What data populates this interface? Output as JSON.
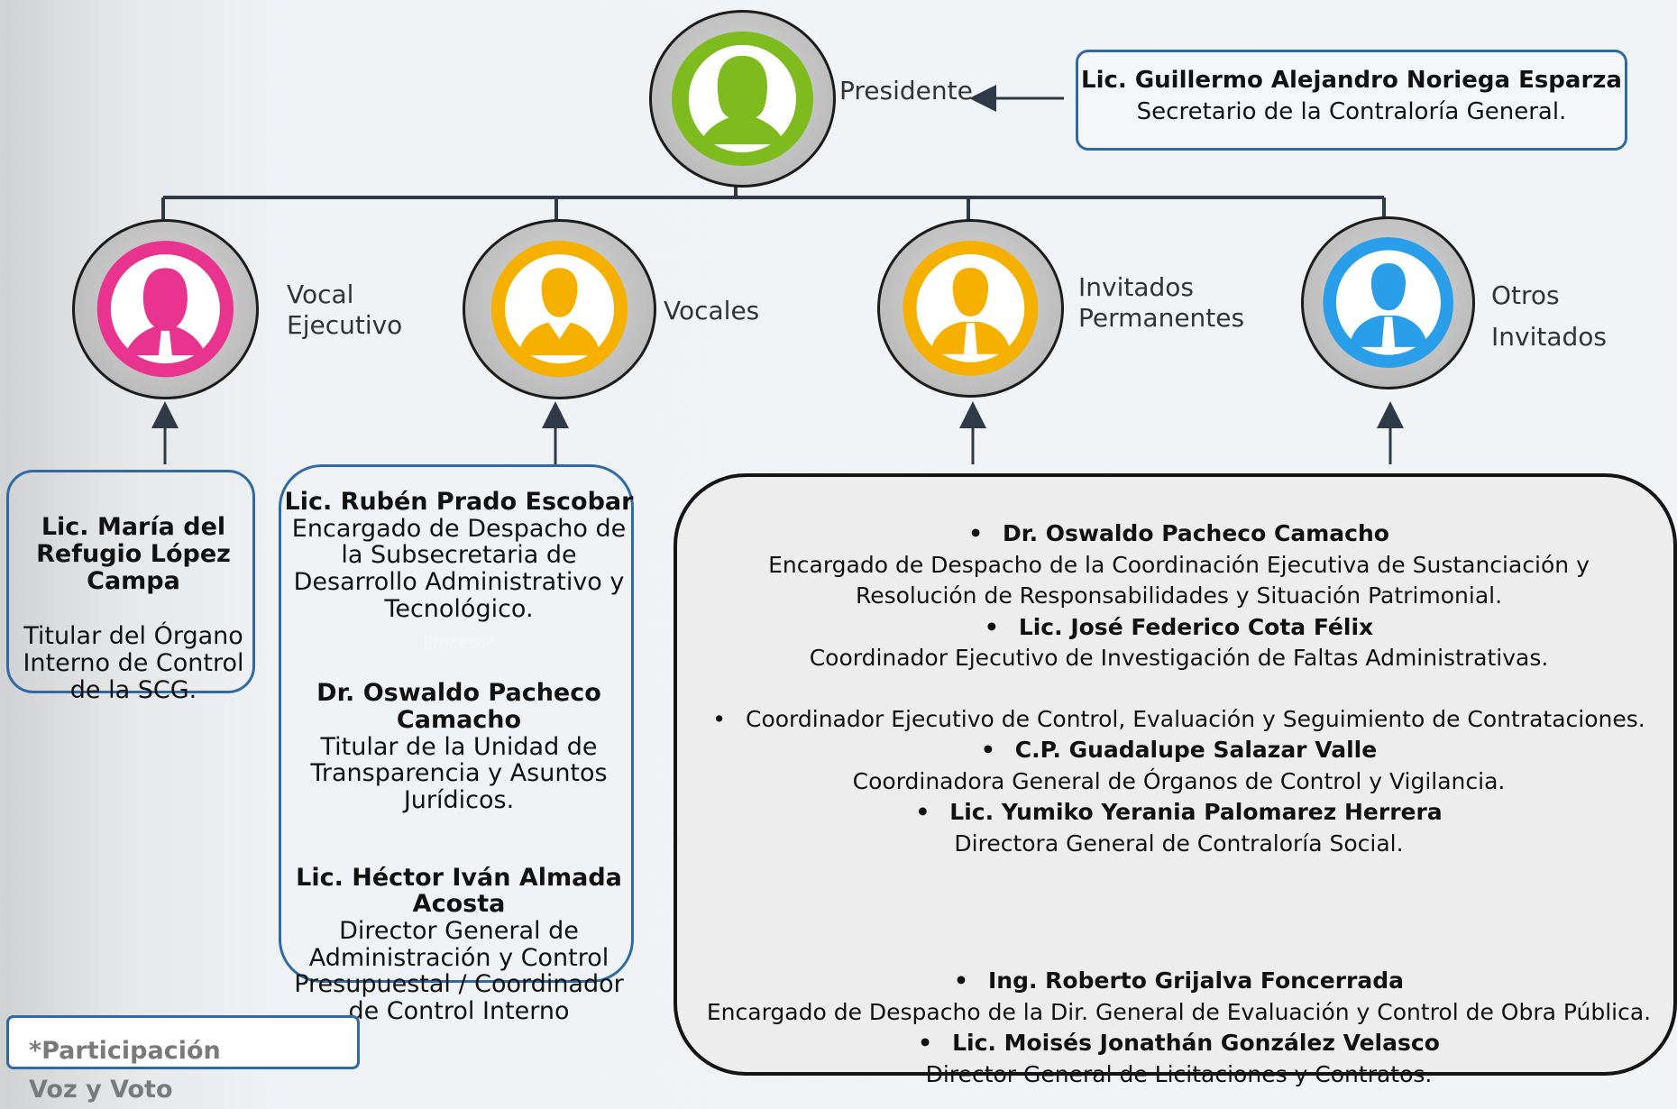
{
  "president": {
    "role": "Presidente",
    "name": "Lic. Guillermo Alejandro Noriega Esparza",
    "title": "Secretario de la Contraloría General."
  },
  "roles": {
    "vocal_ejecutivo": "Vocal Ejecutivo",
    "vocales": "Vocales",
    "invitados_permanentes": "Invitados Permanentes",
    "otros_invitados": "Otros Invitados"
  },
  "vocal_ejecutivo_box": {
    "name": "Lic. María del Refugio López Campa",
    "title": "Titular del Órgano Interno de Control de la SCG."
  },
  "vocales_box": [
    {
      "name": "Lic. Rubén Prado Escobar",
      "title": "Encargado de Despacho de la Subsecretaria de Desarrollo Administrativo y Tecnológico."
    },
    {
      "name": "Dr.  Oswaldo Pacheco Camacho",
      "title": "Titular de la Unidad de Transparencia y Asuntos Jurídicos."
    },
    {
      "name": "Lic. Héctor Iván Almada Acosta",
      "title": "Director General de Administración y Control Presupuestal / Coordinador de Control Interno"
    }
  ],
  "vocales_hidden_word": "Procesos",
  "invitados_box": {
    "item1_name": "Dr.  Oswaldo Pacheco Camacho",
    "item1_title": "Encargado de Despacho de la Coordinación Ejecutiva de Sustanciación y Resolución de Responsabilidades y Situación Patrimonial.",
    "item2_name": "Lic. José Federico Cota Félix",
    "item2_title": "Coordinador Ejecutivo de Investigación de Faltas Administrativas.",
    "item3_text": "Coordinador Ejecutivo de Control, Evaluación y Seguimiento de Contrataciones.",
    "item4_name": "C.P. Guadalupe Salazar Valle",
    "item4_title": "Coordinadora General de Órganos de Control y Vigilancia.",
    "item5_name": "Lic. Yumiko Yerania Palomarez Herrera",
    "item5_title": "Directora General de Contraloría Social.",
    "item6_name": "Ing. Roberto Grijalva Foncerrada",
    "item6_title": "Encargado de Despacho de la Dir. General de Evaluación y Control de Obra Pública.",
    "item7_name": "Lic. Moisés Jonathán González Velasco",
    "item7_title": "Director General de Licitaciones y Contratos."
  },
  "legend": "*Participación Voz y Voto",
  "colors": {
    "president": "#7dbb1e",
    "vocal_ejecutivo": "#e8348f",
    "vocales": "#f5b000",
    "invitados": "#f5b000",
    "otros": "#2a9ee8",
    "box_border": "#2f6aa7",
    "lines": "#2f3a48"
  },
  "icons": {
    "president": "female-user-icon",
    "vocal_ejecutivo": "female-user-tie-icon",
    "vocales": "male-user-collar-icon",
    "invitados": "male-user-tie-icon",
    "otros": "male-user-tie-icon"
  }
}
